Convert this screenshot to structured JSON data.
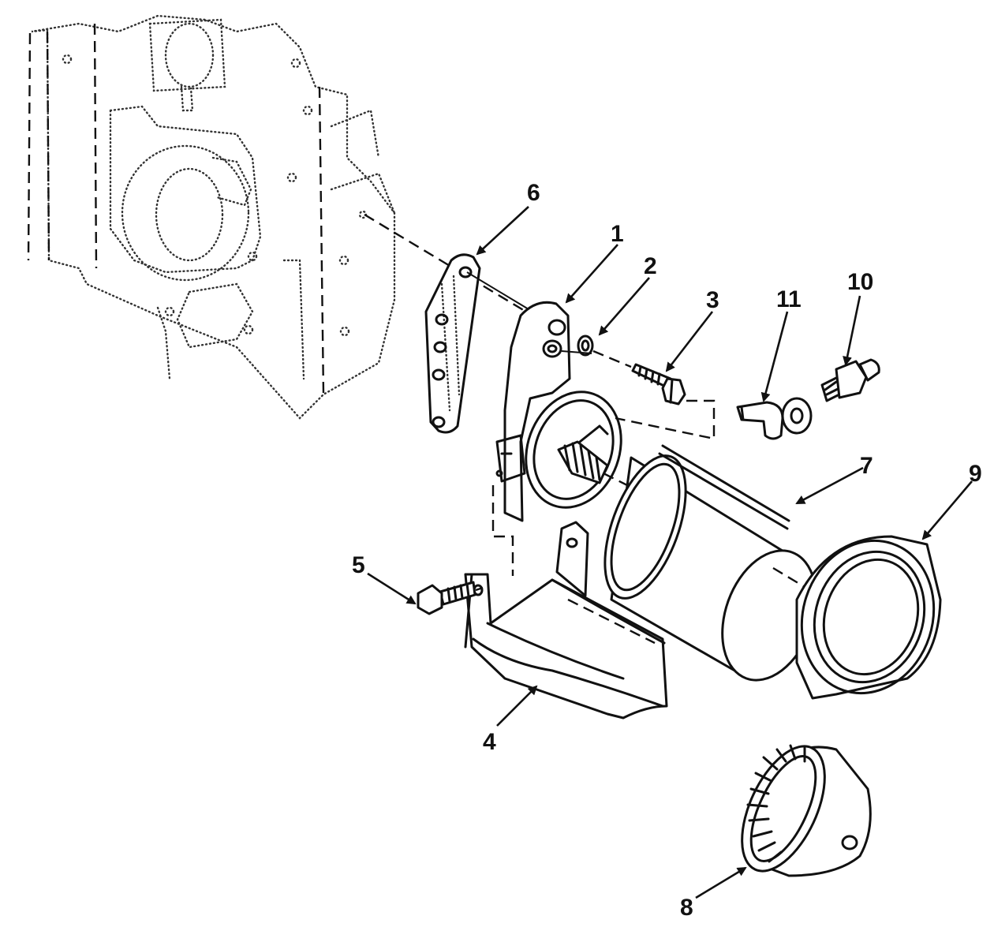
{
  "callouts": {
    "c1": "1",
    "c2": "2",
    "c3": "3",
    "c4": "4",
    "c5": "5",
    "c6": "6",
    "c7": "7",
    "c8": "8",
    "c9": "9",
    "c10": "10",
    "c11": "11"
  },
  "parts": {
    "p1": "filter-head-bracket-icon",
    "p2": "washer-icon",
    "p3": "bolt-icon",
    "p4": "filter-shield-icon",
    "p5": "bolt-icon",
    "p6": "mounting-plate-icon",
    "p7": "filter-canister-icon",
    "p8": "filter-element-icon",
    "p9": "canister-cover-icon",
    "p10": "plug-fitting-icon",
    "p11": "elbow-fitting-icon"
  },
  "colors": {
    "ink": "#111111",
    "background": "#ffffff"
  }
}
